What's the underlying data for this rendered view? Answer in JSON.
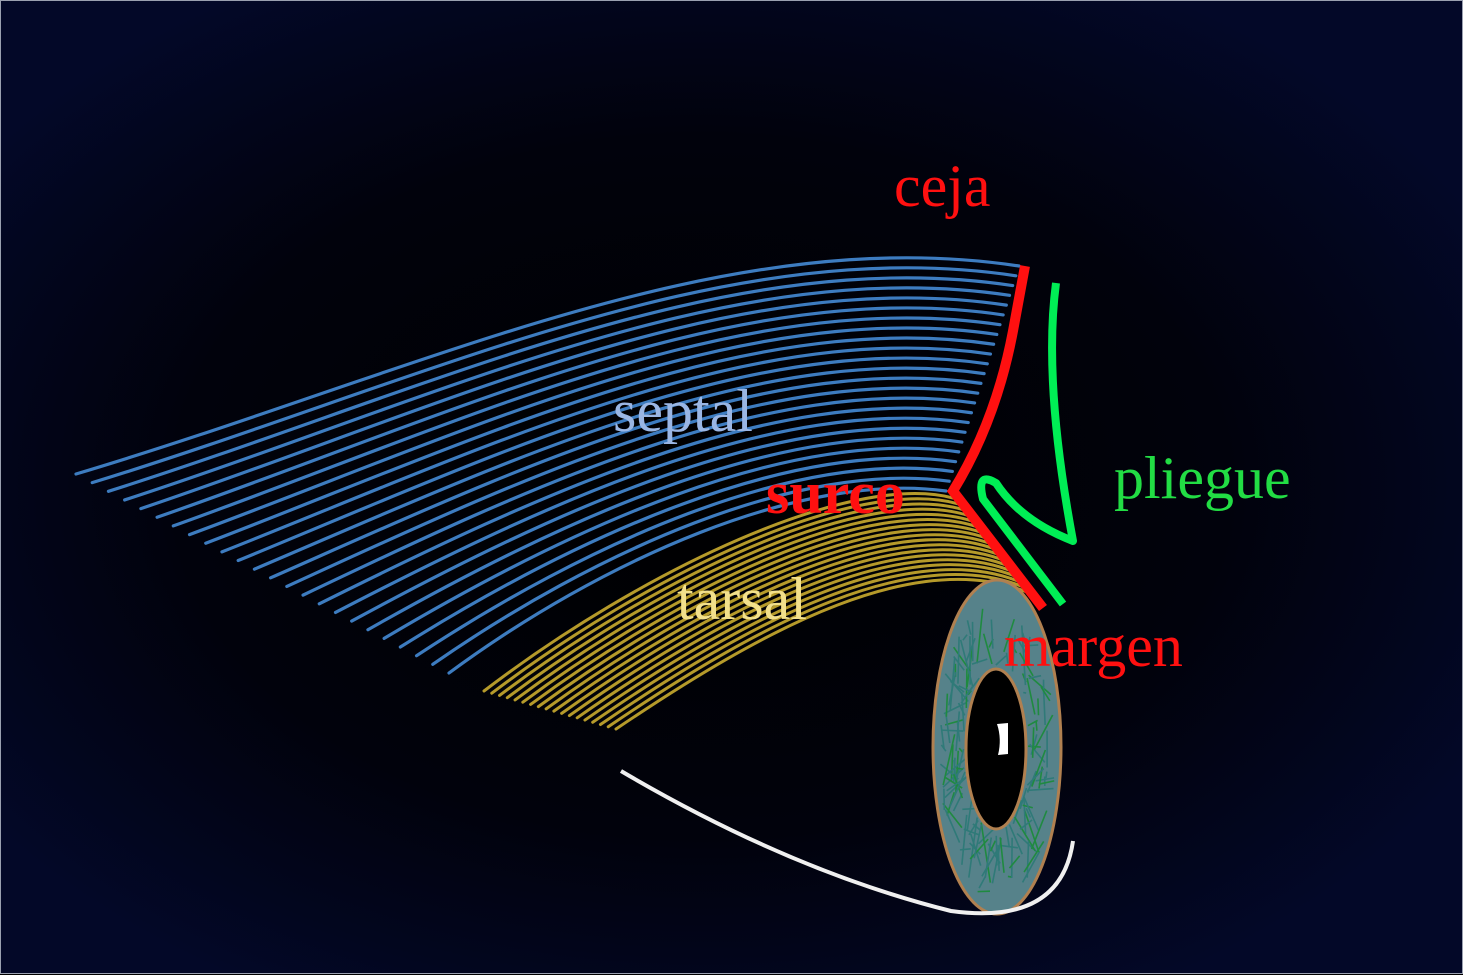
{
  "labels": {
    "ceja": "ceja",
    "septal": "septal",
    "surco": "surco",
    "pliegue": "pliegue",
    "tarsal": "tarsal",
    "margen": "margen"
  },
  "colors": {
    "septal_fibers": "#3d7cc0",
    "tarsal_fibers": "#b59a2a",
    "red": "#ff1010",
    "green": "#00ee55",
    "septal_text": "#9ab6e4",
    "tarsal_text": "#f2e08c",
    "iris": "#4f8088",
    "white": "#ffffff"
  }
}
